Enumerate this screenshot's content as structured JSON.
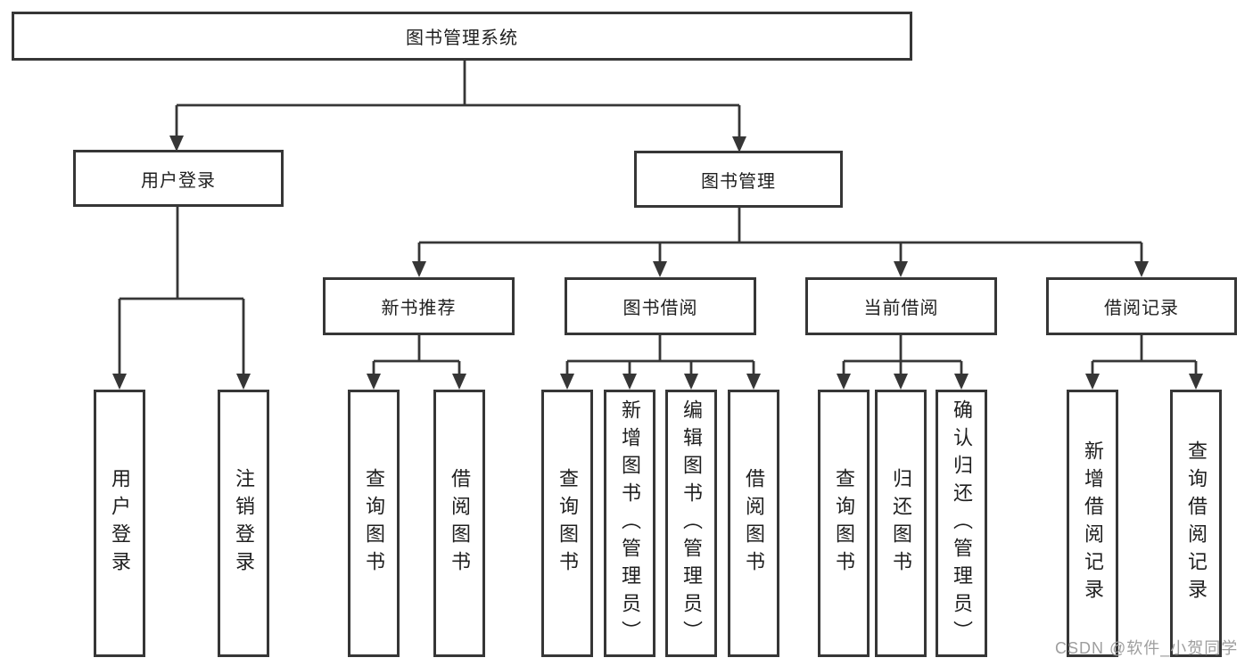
{
  "diagram": {
    "root": {
      "label": "图书管理系统"
    },
    "branches": [
      {
        "label": "用户登录",
        "children": [
          {
            "label": "用户登录"
          },
          {
            "label": "注销登录"
          }
        ]
      },
      {
        "label": "图书管理",
        "sections": [
          {
            "label": "新书推荐",
            "children": [
              {
                "label": "查询图书"
              },
              {
                "label": "借阅图书"
              }
            ]
          },
          {
            "label": "图书借阅",
            "children": [
              {
                "label": "查询图书"
              },
              {
                "label": "新增图书（管理员）"
              },
              {
                "label": "编辑图书（管理员）"
              },
              {
                "label": "借阅图书"
              }
            ]
          },
          {
            "label": "当前借阅",
            "children": [
              {
                "label": "查询图书"
              },
              {
                "label": "归还图书"
              },
              {
                "label": "确认归还（管理员）"
              }
            ]
          },
          {
            "label": "借阅记录",
            "children": [
              {
                "label": "新增借阅记录"
              },
              {
                "label": "查询借阅记录"
              }
            ]
          }
        ]
      }
    ],
    "colors": {
      "line": "#363636",
      "border": "#363636",
      "text": "#1f1f1f",
      "watermark": "#9e9e9e"
    }
  },
  "watermark": {
    "text": "CSDN @软件_小贺同学"
  }
}
